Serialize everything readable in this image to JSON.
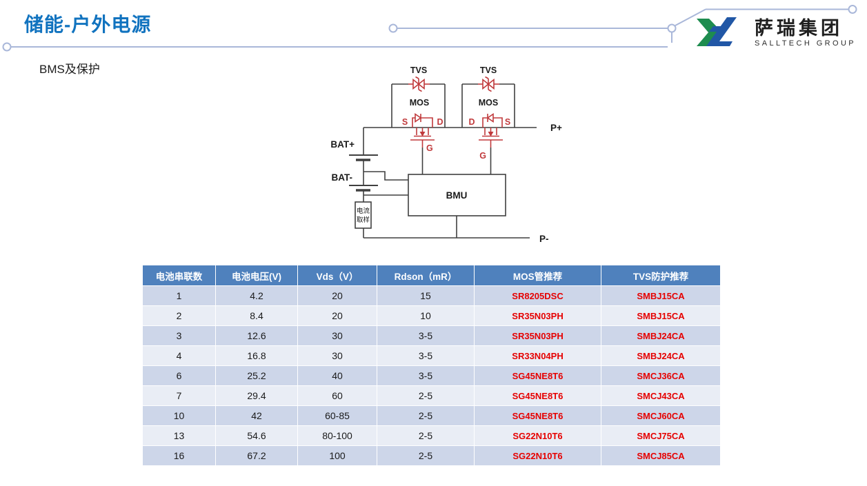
{
  "slide": {
    "title": "储能-户外电源",
    "subtitle": "BMS及保护"
  },
  "logo": {
    "name_cn": "萨瑞集团",
    "name_en": "SALLTECH GROUP"
  },
  "diagram": {
    "tvs_label": "TVS",
    "mos_label": "MOS",
    "bat_plus": "BAT+",
    "bat_minus": "BAT-",
    "bmu": "BMU",
    "p_plus": "P+",
    "p_minus": "P-",
    "current_sense_line1": "电流",
    "current_sense_line2": "取样",
    "source": "S",
    "drain": "D",
    "gate": "G"
  },
  "table": {
    "headers": [
      "电池串联数",
      "电池电压(V)",
      "Vds（V）",
      "Rdson（mR）",
      "MOS管推荐",
      "TVS防护推荐"
    ],
    "rows": [
      [
        "1",
        "4.2",
        "20",
        "15",
        "SR8205DSC",
        "SMBJ15CA"
      ],
      [
        "2",
        "8.4",
        "20",
        "10",
        "SR35N03PH",
        "SMBJ15CA"
      ],
      [
        "3",
        "12.6",
        "30",
        "3-5",
        "SR35N03PH",
        "SMBJ24CA"
      ],
      [
        "4",
        "16.8",
        "30",
        "3-5",
        "SR33N04PH",
        "SMBJ24CA"
      ],
      [
        "6",
        "25.2",
        "40",
        "3-5",
        "SG45NE8T6",
        "SMCJ36CA"
      ],
      [
        "7",
        "29.4",
        "60",
        "2-5",
        "SG45NE8T6",
        "SMCJ43CA"
      ],
      [
        "10",
        "42",
        "60-85",
        "2-5",
        "SG45NE8T6",
        "SMCJ60CA"
      ],
      [
        "13",
        "54.6",
        "80-100",
        "2-5",
        "SG22N10T6",
        "SMCJ75CA"
      ],
      [
        "16",
        "67.2",
        "100",
        "2-5",
        "SG22N10T6",
        "SMCJ85CA"
      ]
    ]
  },
  "colors": {
    "title_blue": "#1173BF",
    "trace_line": "#A9B7D9",
    "table_header_bg": "#4F81BD",
    "row_band_dark": "#CDD6E9",
    "row_band_light": "#E9EDF5",
    "highlight_red": "#E60000",
    "circuit_red": "#C0393B",
    "logo_green": "#1E8C4F",
    "logo_blue": "#2157A6"
  }
}
